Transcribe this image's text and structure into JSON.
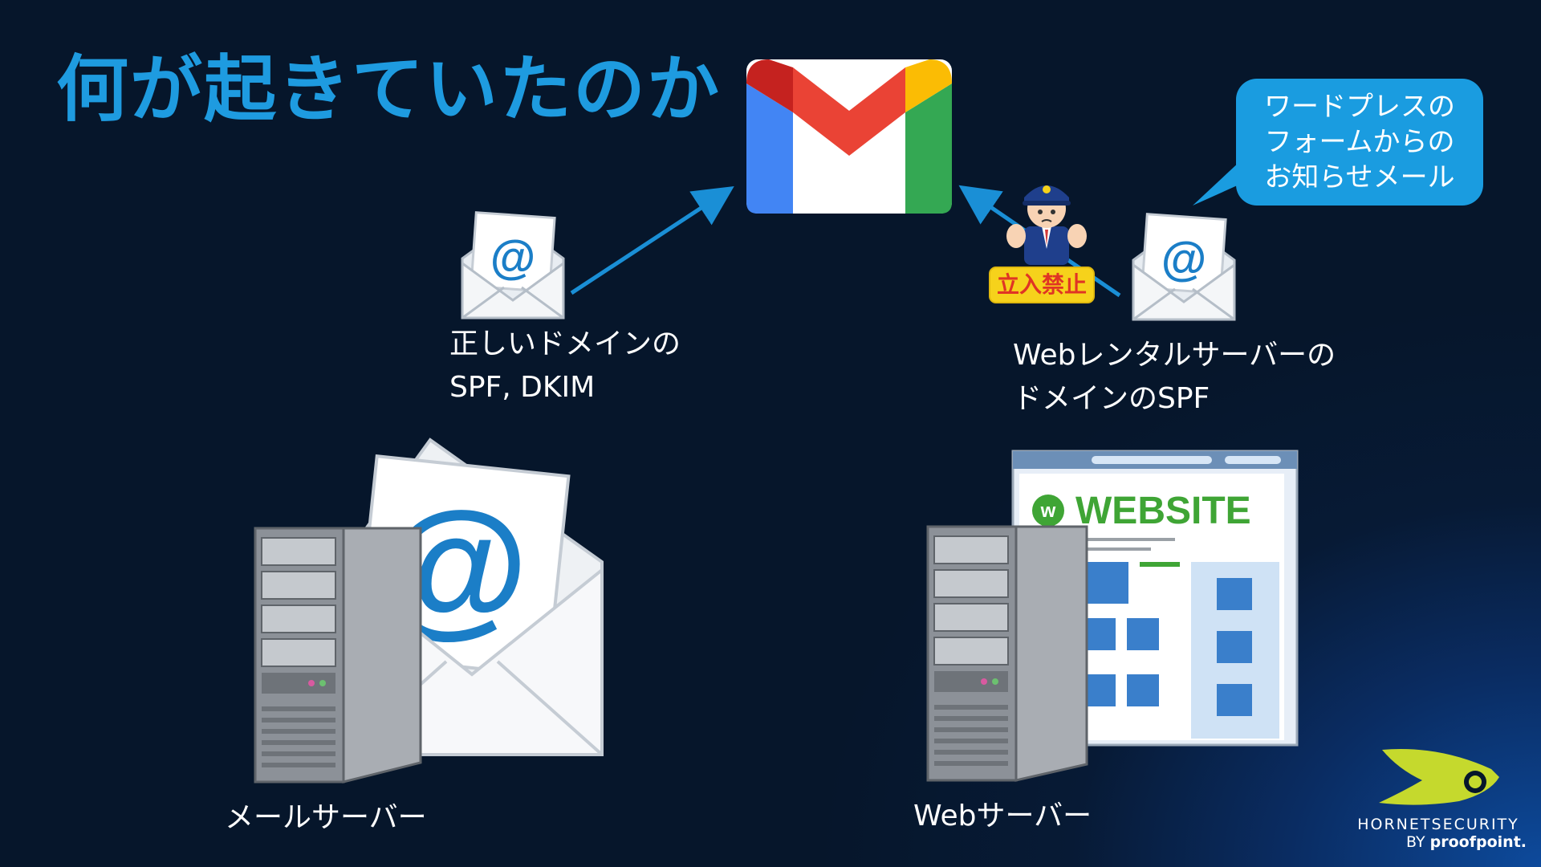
{
  "slide": {
    "title": "何が起きていたのか"
  },
  "bubble": {
    "lines": [
      "ワードプレスの",
      "フォームからの",
      "お知らせメール"
    ]
  },
  "labels": {
    "correct_domain": [
      "正しいドメインの",
      "SPF, DKIM"
    ],
    "rental_domain": [
      "Webレンタルサーバーの",
      "ドメインのSPF"
    ],
    "mail_server": "メールサーバー",
    "web_server": "Webサーバー"
  },
  "sign": {
    "text": "立入禁止"
  },
  "website_mock": {
    "heading": "WEBSITE",
    "logo_letter": "w"
  },
  "brand": {
    "name": "HORNETSECURITY",
    "sub_prefix": "BY",
    "sub_name": "proofpoint."
  },
  "colors": {
    "title": "#1e9be0",
    "arrow": "#1a8fd6",
    "bubble": "#1a9ce0",
    "hornet_green": "#c5d92d",
    "sign_yellow": "#f6d21b",
    "sign_red": "#e03424"
  },
  "icons": {
    "service": "gmail-logo-icon",
    "mail": "envelope-at-icon",
    "guard": "security-guard-icon"
  }
}
